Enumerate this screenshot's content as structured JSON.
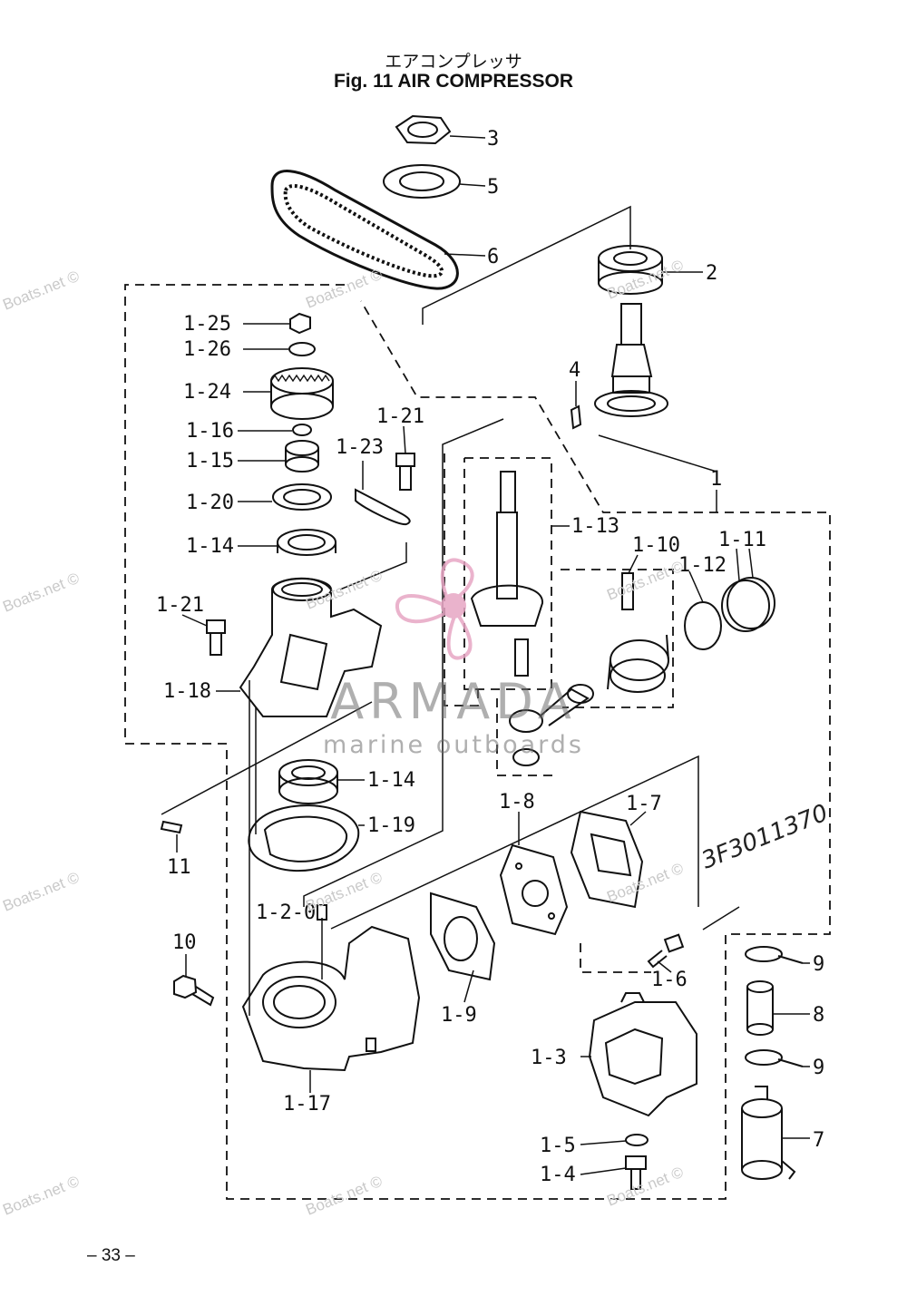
{
  "header": {
    "title_japanese": "エアコンプレッサ",
    "title_english": "Fig. 11   AIR COMPRESSOR"
  },
  "handwritten_note": "3F3011370",
  "watermarks": {
    "site": "Boats.net ©",
    "brand": "ARMADA",
    "brand_sub": "marine outboards"
  },
  "labels": {
    "p3": "3",
    "p5": "5",
    "p6": "6",
    "p2": "2",
    "p4": "4",
    "p1": "1",
    "p1_25": "1-25",
    "p1_26": "1-26",
    "p1_24": "1-24",
    "p1_16": "1-16",
    "p1_15": "1-15",
    "p1_20": "1-20",
    "p1_14a": "1-14",
    "p1_21a": "1-21",
    "p1_23": "1-23",
    "p1_13": "1-13",
    "p1_10": "1-10",
    "p1_12": "1-12",
    "p1_11": "1-11",
    "p1_21b": "1-21",
    "p1_18": "1-18",
    "p1_14b": "1-14",
    "p1_19": "1-19",
    "p11": "11",
    "p1_8": "1-8",
    "p1_7": "1-7",
    "p1_2_0": "1-2-0",
    "p10": "10",
    "p1_9": "1-9",
    "p1_6": "1-6",
    "p9a": "9",
    "p8": "8",
    "p9b": "9",
    "p1_3": "1-3",
    "p7": "7",
    "p1_17": "1-17",
    "p1_5": "1-5",
    "p1_4": "1-4"
  },
  "footer": {
    "page_number": "– 33 –"
  }
}
